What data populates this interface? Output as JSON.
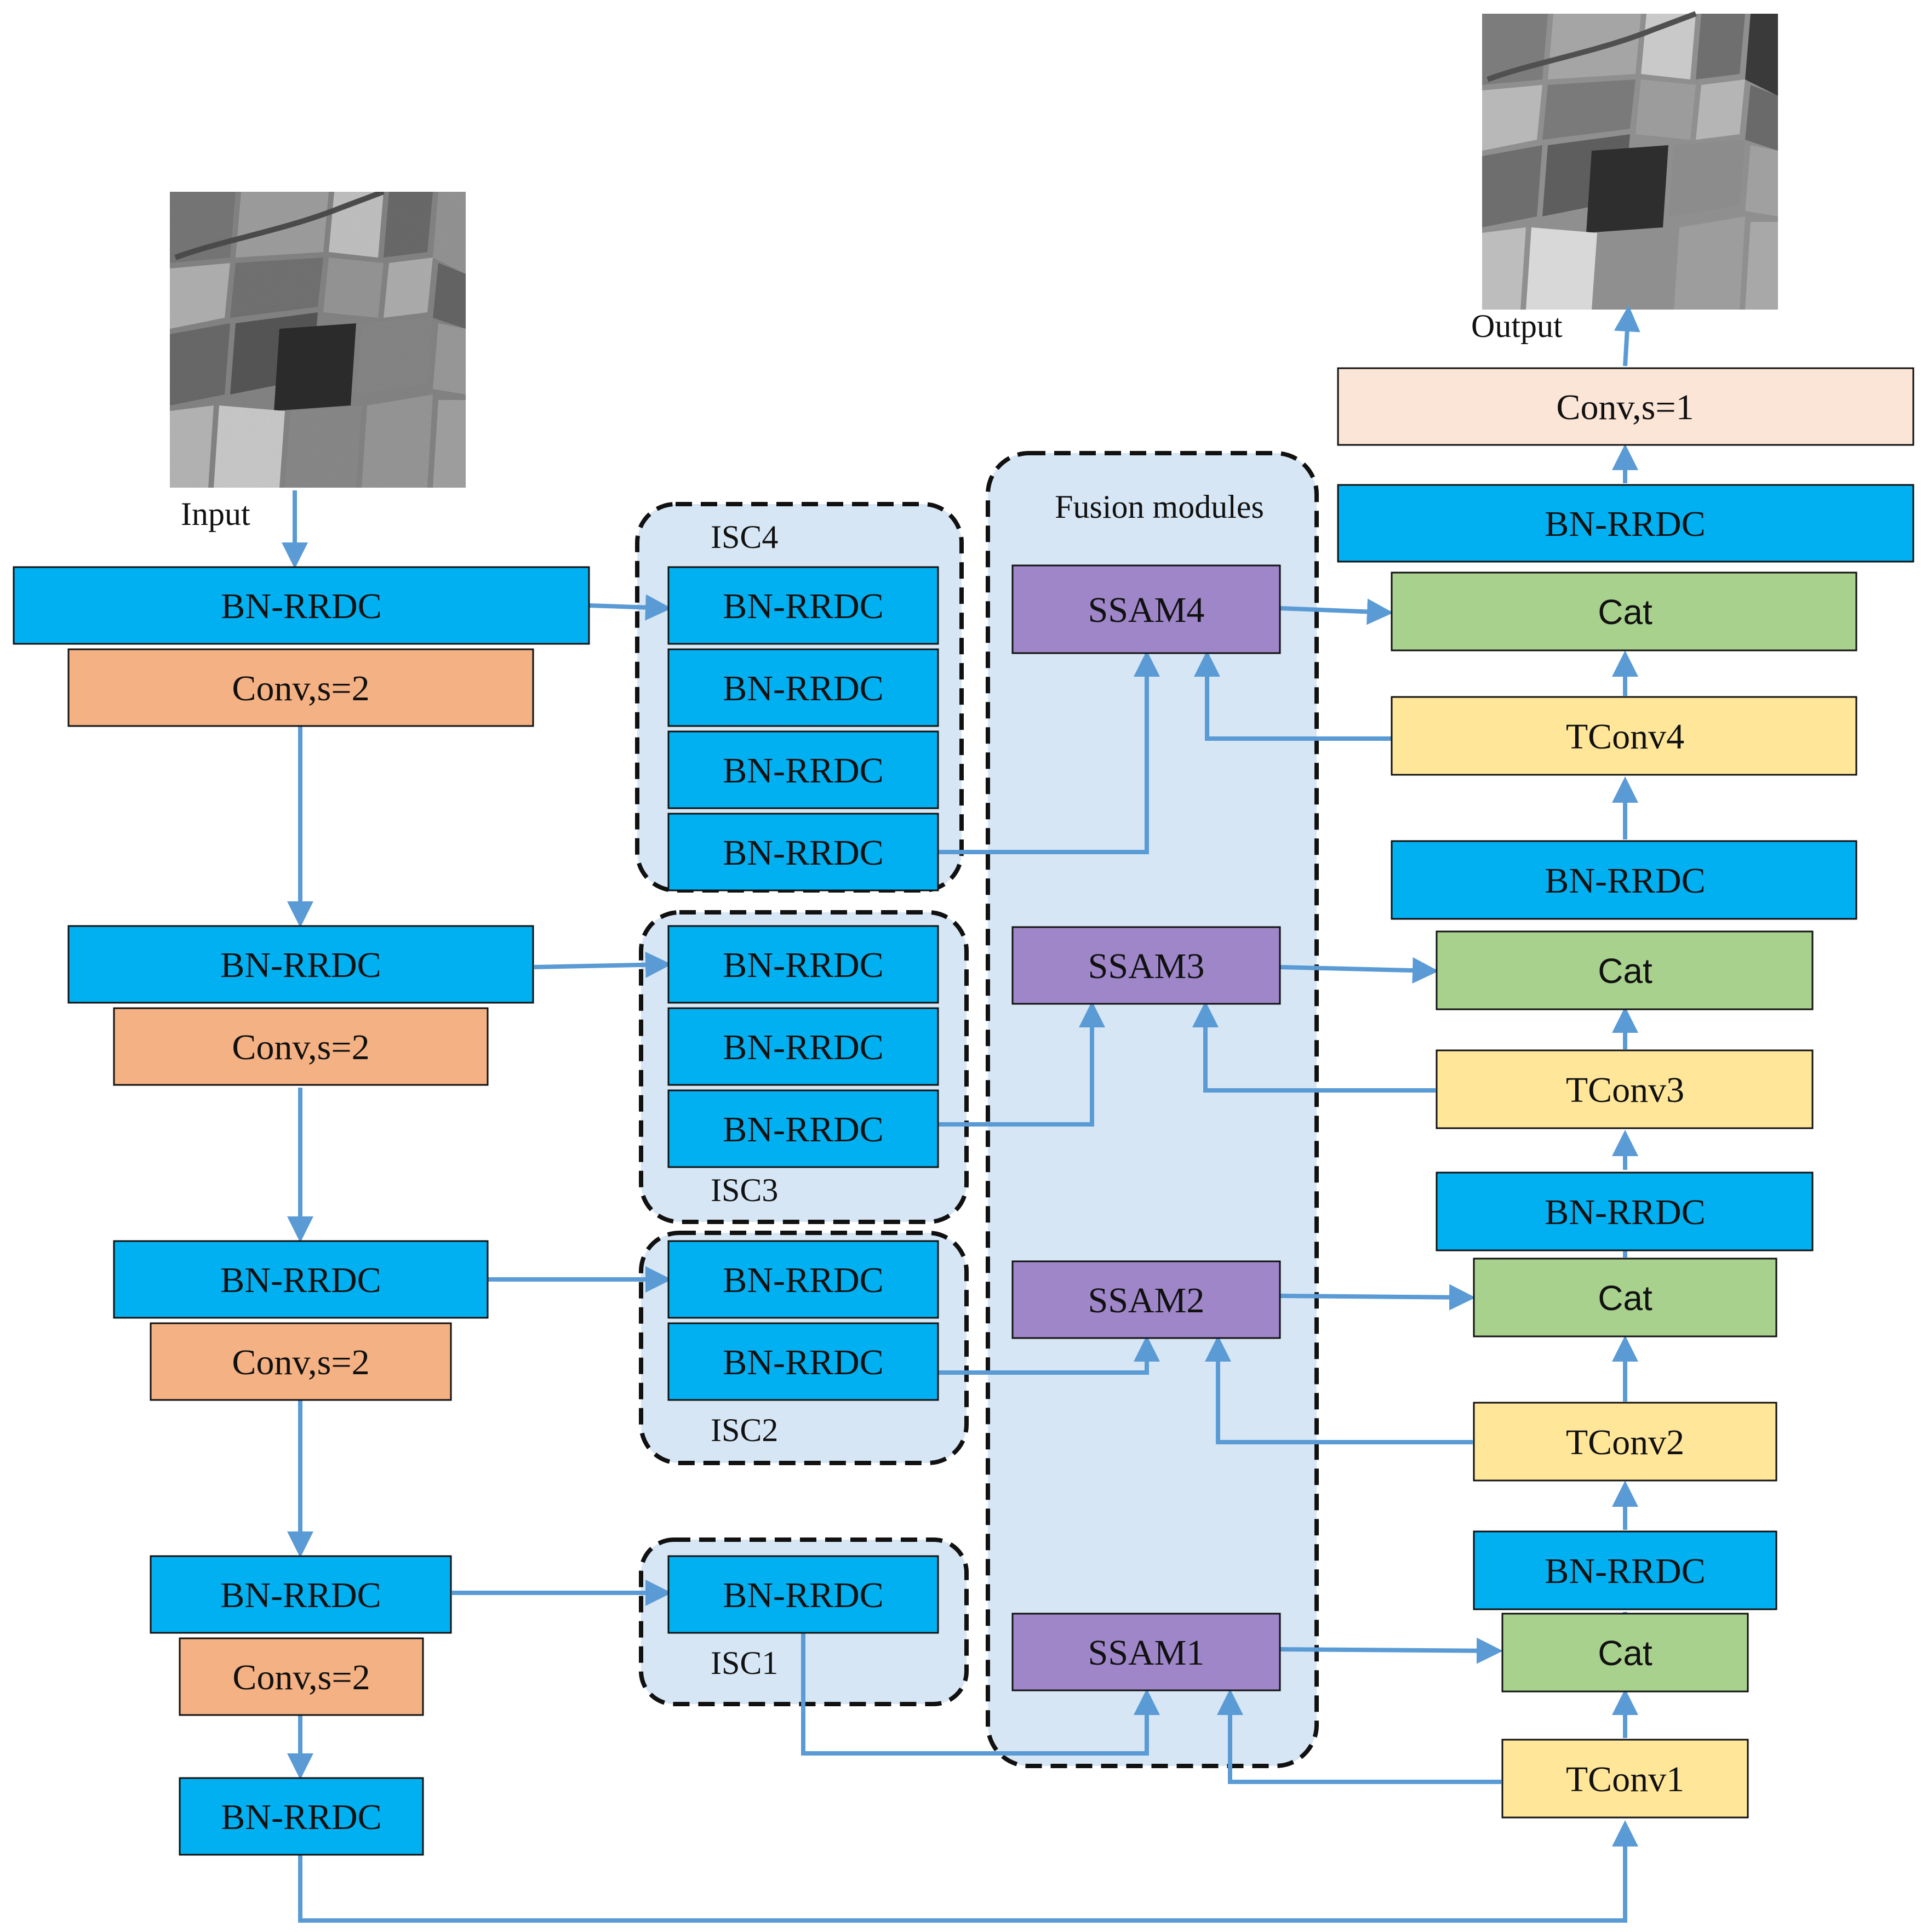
{
  "labels": {
    "input": "Input",
    "output": "Output",
    "fusion": "Fusion modules",
    "isc4": "ISC4",
    "isc3": "ISC3",
    "isc2": "ISC2",
    "isc1": "ISC1"
  },
  "encoder": {
    "bn1": "BN-RRDC",
    "conv1": "Conv,s=2",
    "bn2": "BN-RRDC",
    "conv2": "Conv,s=2",
    "bn3": "BN-RRDC",
    "conv3": "Conv,s=2",
    "bn4": "BN-RRDC",
    "conv4": "Conv,s=2",
    "bn5": "BN-RRDC"
  },
  "isc": {
    "isc4_blocks": [
      "BN-RRDC",
      "BN-RRDC",
      "BN-RRDC",
      "BN-RRDC"
    ],
    "isc3_blocks": [
      "BN-RRDC",
      "BN-RRDC",
      "BN-RRDC"
    ],
    "isc2_blocks": [
      "BN-RRDC",
      "BN-RRDC"
    ],
    "isc1_blocks": [
      "BN-RRDC"
    ]
  },
  "fusion": {
    "ssam4": "SSAM4",
    "ssam3": "SSAM3",
    "ssam2": "SSAM2",
    "ssam1": "SSAM1"
  },
  "decoder": {
    "conv_out": "Conv,s=1",
    "bn_top": "BN-RRDC",
    "cat4": "Cat",
    "tconv4": "TConv4",
    "bn_d3": "BN-RRDC",
    "cat3": "Cat",
    "tconv3": "TConv3",
    "bn_d2": "BN-RRDC",
    "cat2": "Cat",
    "tconv2": "TConv2",
    "bn_d1": "BN-RRDC",
    "cat1": "Cat",
    "tconv1": "TConv1"
  },
  "colors": {
    "bn_rrdc": "#00b0f0",
    "conv_stride2": "#f4b183",
    "conv_stride1": "#fbe5d6",
    "ssam": "#9e86c8",
    "cat": "#a9d18e",
    "tconv": "#ffe699",
    "group_fill": "#d6e6f4",
    "arrow": "#5b9bd5"
  },
  "images": {
    "input": "noisy-sar-image",
    "output": "despeckled-sar-image"
  }
}
